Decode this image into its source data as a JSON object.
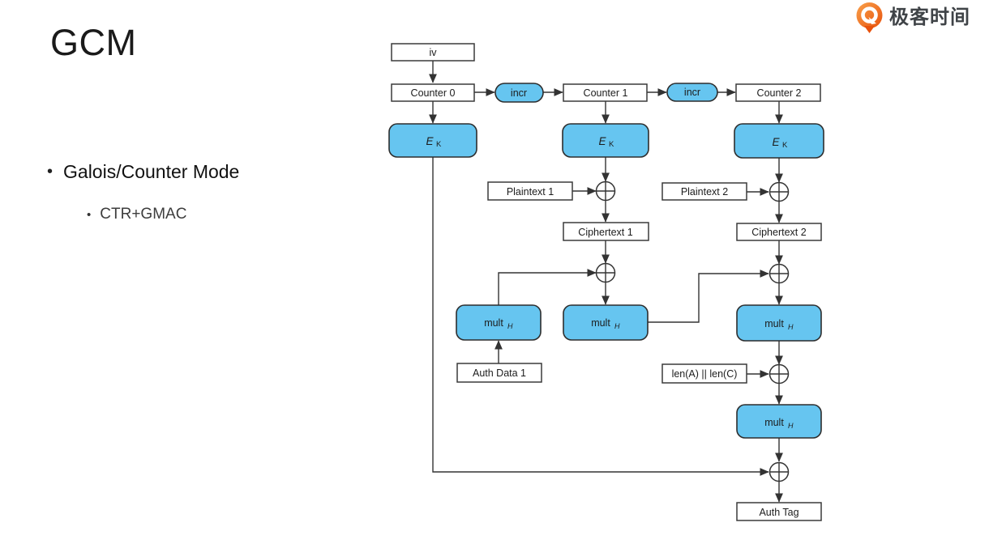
{
  "slide": {
    "title": "GCM",
    "bullet_marker": "•",
    "bullet1": "Galois/Counter Mode",
    "bullet2": "CTR+GMAC"
  },
  "logo": {
    "brand_text": "极客时间"
  },
  "theme": {
    "accent_blue": "#66C5F0",
    "line_color": "#333333",
    "logo_orange": "#EE6A1A",
    "text_dark": "#1a1a1a"
  },
  "diagram": {
    "labels": {
      "iv": "iv",
      "counter0": "Counter 0",
      "counter1": "Counter 1",
      "counter2": "Counter 2",
      "incr": "incr",
      "ek_main": "E",
      "ek_sub": "K",
      "plaintext1": "Plaintext 1",
      "plaintext2": "Plaintext 2",
      "ciphertext1": "Ciphertext 1",
      "ciphertext2": "Ciphertext 2",
      "mult_main": "mult",
      "mult_sub": "H",
      "auth_data1": "Auth Data 1",
      "len_ac": "len(A) || len(C)",
      "auth_tag": "Auth Tag"
    }
  }
}
